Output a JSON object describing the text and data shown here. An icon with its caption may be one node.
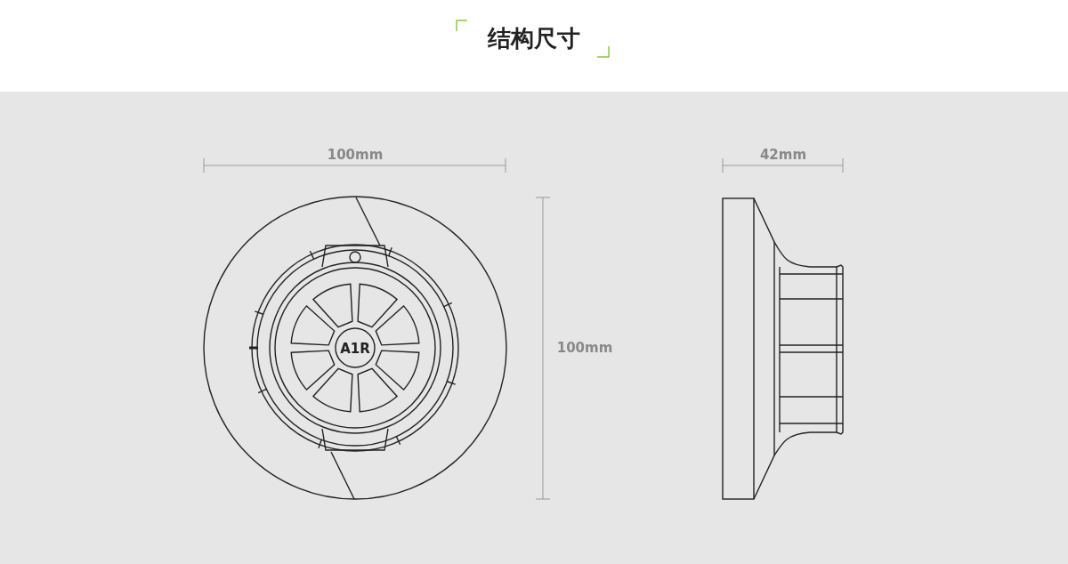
{
  "diagram": {
    "title": "结构尺寸",
    "labels": [
      "100mm",
      "42mm",
      "100mm",
      "A1R"
    ]
  }
}
